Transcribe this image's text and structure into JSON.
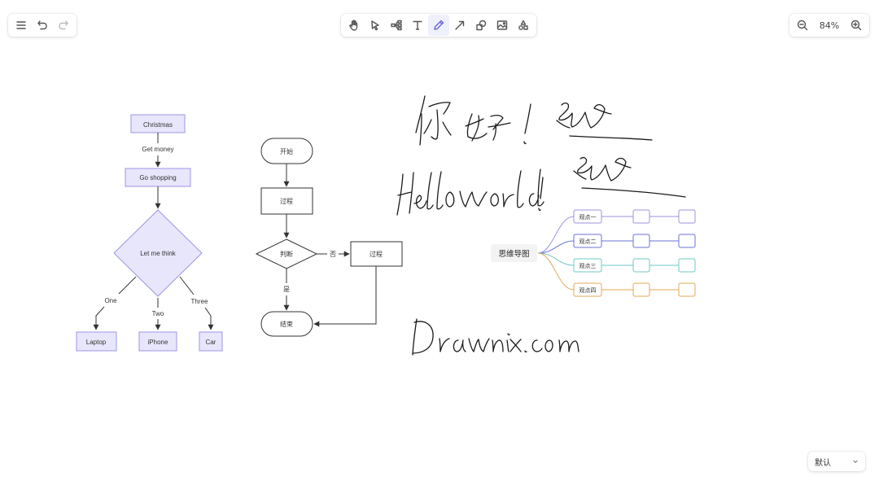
{
  "toolbar": {
    "menu_icon": "hamburger-menu-icon",
    "undo_icon": "undo-icon",
    "redo_icon": "redo-icon",
    "tools": [
      {
        "name": "hand-tool",
        "icon": "hand-icon"
      },
      {
        "name": "selection-tool",
        "icon": "pointer-icon"
      },
      {
        "name": "mind-map-tool",
        "icon": "mind-map-icon"
      },
      {
        "name": "text-tool",
        "icon": "text-icon"
      },
      {
        "name": "pen-tool",
        "icon": "pen-icon",
        "active": true
      },
      {
        "name": "arrow-tool",
        "icon": "arrow-icon"
      },
      {
        "name": "shape-tool",
        "icon": "shape-icon"
      },
      {
        "name": "image-tool",
        "icon": "image-icon"
      },
      {
        "name": "extra-tools",
        "icon": "triangle-shapes-icon"
      }
    ],
    "zoom_out_icon": "zoom-out-icon",
    "zoom_in_icon": "zoom-in-icon",
    "zoom_level": "84%"
  },
  "theme": {
    "label": "默认",
    "icon": "chevron-down-icon"
  },
  "colors": {
    "accent": "#6965db",
    "node_fill": "#e8e6fb",
    "node_border": "#9d96e6",
    "branch_purple": "#9b93de",
    "branch_blue": "#6b72d4",
    "branch_teal": "#6cc9c3",
    "branch_orange": "#e0a957"
  },
  "canvas": {
    "tree": {
      "root": "Christmas",
      "edge1_label": "Get money",
      "node2": "Go shopping",
      "decision": "Let me think",
      "branches": [
        {
          "label": "One",
          "target": "Laptop"
        },
        {
          "label": "Two",
          "target": "iPhone"
        },
        {
          "label": "Three",
          "target": "Car"
        }
      ]
    },
    "flowchart": {
      "start": "开始",
      "process": "过程",
      "decision": "判断",
      "no_label": "否",
      "yes_label": "是",
      "process_right": "过程",
      "end": "结束"
    },
    "handwriting": {
      "line1": "你好！",
      "line2": "Hello world!",
      "line3": "Drawnix.com"
    },
    "mindmap": {
      "root": "思维导图",
      "branches": [
        "观点一",
        "观点二",
        "观点三",
        "观点四"
      ]
    }
  }
}
